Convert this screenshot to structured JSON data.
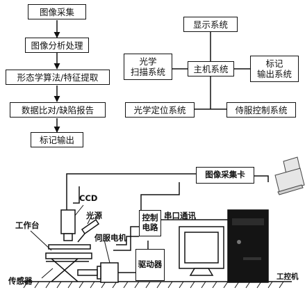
{
  "flowchart": {
    "steps": [
      "图像采集",
      "图像分析处理",
      "形态学算法/特征提取",
      "数据比对/缺陷报告",
      "标记输出"
    ]
  },
  "system_diagram": {
    "display": "显示系统",
    "host": "主机系统",
    "optical_scan": "光学\n扫描系统",
    "marking_output": "标记\n输出系统",
    "optical_positioning": "光学定位系统",
    "servo_control": "侍服控制系统"
  },
  "hardware": {
    "capture_card": "图像采集卡",
    "ccd": "CCD",
    "light_source": "光源",
    "control_circuit": "控制\n电路",
    "serial_comm": "串口通讯",
    "workbench": "工作台",
    "servo_motor": "伺服电机",
    "sensor": "传感器",
    "driver": "驱动器",
    "industrial_pc": "工控机"
  }
}
